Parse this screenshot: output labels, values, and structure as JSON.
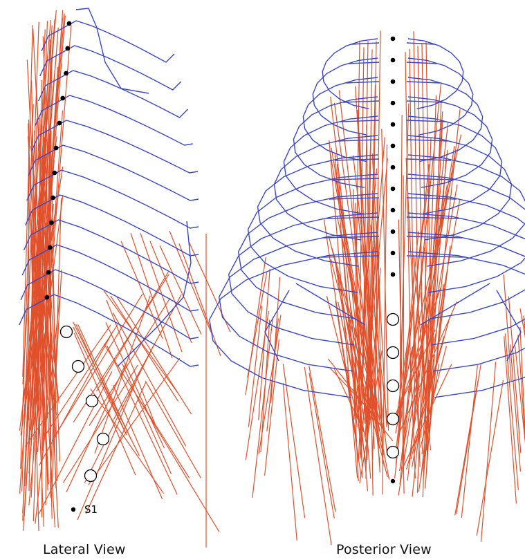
{
  "panels": [
    {
      "id": "lateral",
      "caption": "Lateral View"
    },
    {
      "id": "posterior",
      "caption": "Posterior View"
    }
  ],
  "labels": {
    "sacrum": "S1"
  },
  "colors": {
    "ribs": "#3a46c8",
    "muscles": "#e0502a",
    "vertebrae": "#000000",
    "background": "#ffffff"
  },
  "structure": {
    "lateral": {
      "thoracic_vertebrae": 12,
      "lumbar_vertebrae": 5
    },
    "posterior": {
      "thoracic_vertebrae": 12,
      "lumbar_vertebrae": 5,
      "rib_pairs": 12
    }
  }
}
